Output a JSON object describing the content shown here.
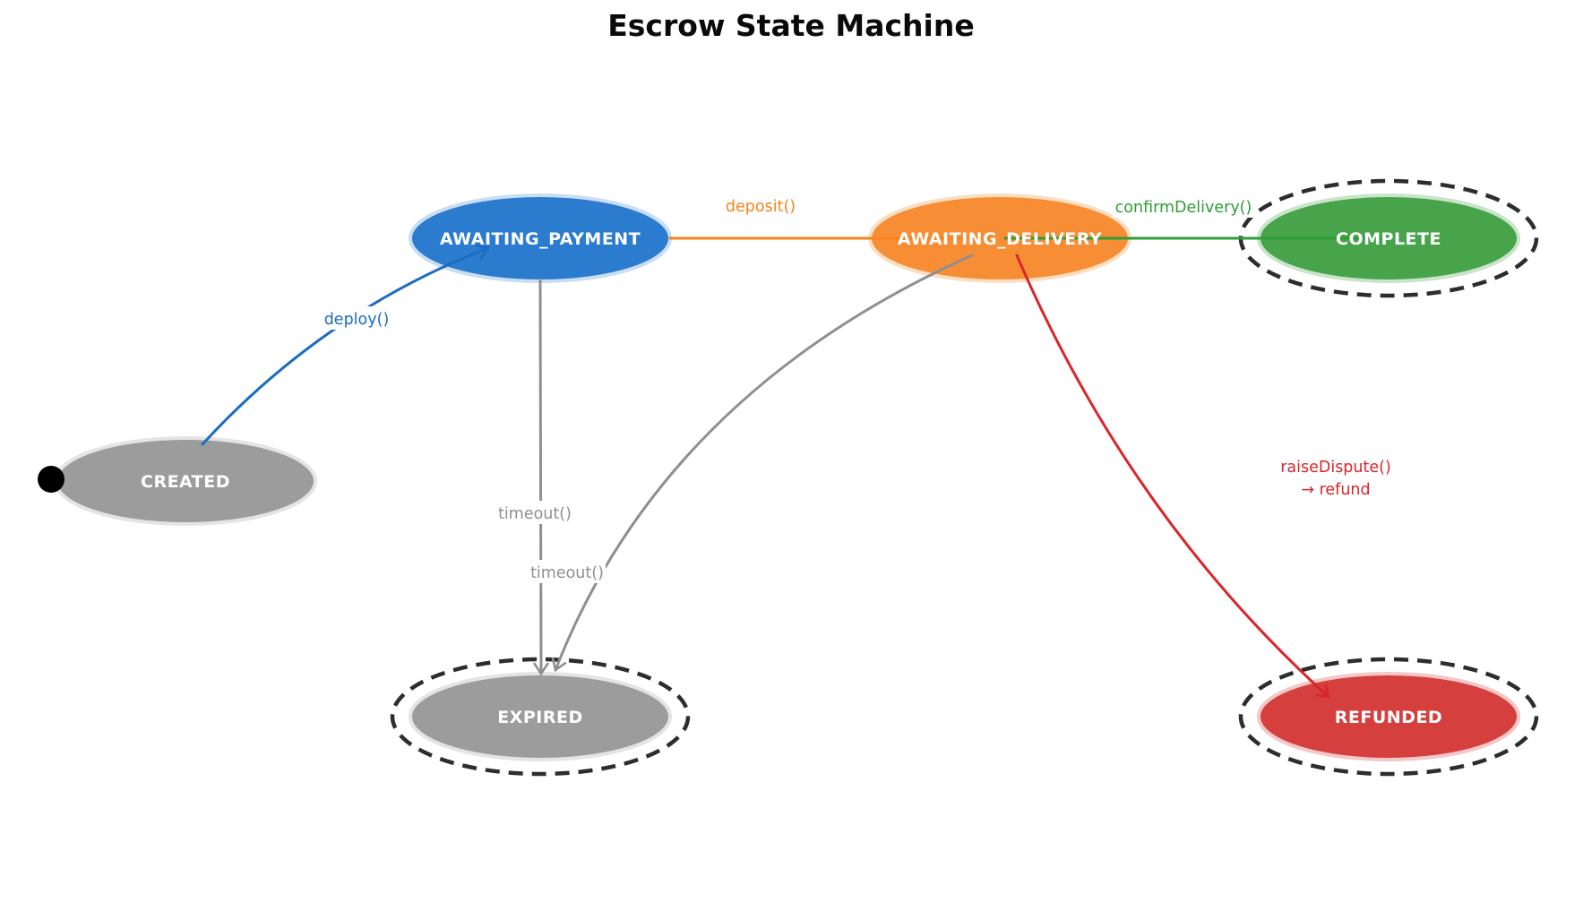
{
  "title": "Escrow State Machine",
  "nodes": [
    {
      "label": "CREATED",
      "fill": "#9c9c9c",
      "final": false,
      "initial": true
    },
    {
      "label": "AWAITING_PAYMENT",
      "fill": "#2b7bce",
      "final": false,
      "initial": false
    },
    {
      "label": "AWAITING_DELIVERY",
      "fill": "#f78e36",
      "final": false,
      "initial": false
    },
    {
      "label": "COMPLETE",
      "fill": "#47a44b",
      "final": true,
      "initial": false
    },
    {
      "label": "EXPIRED",
      "fill": "#9c9c9c",
      "final": true,
      "initial": false
    },
    {
      "label": "REFUNDED",
      "fill": "#d5403f",
      "final": true,
      "initial": false
    }
  ],
  "edges": [
    {
      "from": "CREATED",
      "to": "AWAITING_PAYMENT",
      "label": "deploy()",
      "color": "#1b6cc2"
    },
    {
      "from": "AWAITING_PAYMENT",
      "to": "AWAITING_DELIVERY",
      "label": "deposit()",
      "color": "#f68420"
    },
    {
      "from": "AWAITING_DELIVERY",
      "to": "COMPLETE",
      "label": "confirmDelivery()",
      "color": "#2f9e37"
    },
    {
      "from": "AWAITING_PAYMENT",
      "to": "EXPIRED",
      "label": "timeout()",
      "color": "#8f8f8f"
    },
    {
      "from": "AWAITING_DELIVERY",
      "to": "EXPIRED",
      "label": "timeout()",
      "color": "#8f8f8f"
    },
    {
      "from": "AWAITING_DELIVERY",
      "to": "REFUNDED",
      "lines": [
        "raiseDispute()",
        "→ refund"
      ],
      "color": "#d8262a"
    }
  ],
  "markers": {
    "initial_dot": "#000000",
    "final_ring": "#2d2d2d"
  }
}
